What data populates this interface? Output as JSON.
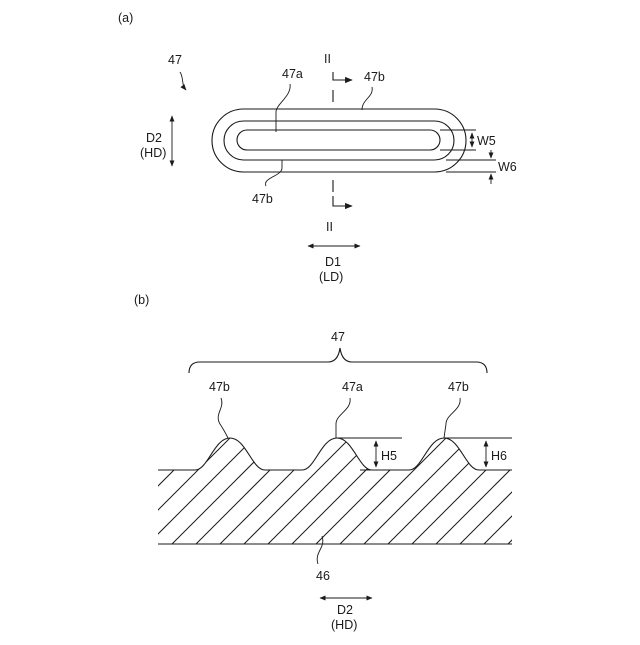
{
  "panel_a": {
    "label": "(a)",
    "ref_47": "47",
    "ref_47a": "47a",
    "ref_47b_top": "47b",
    "ref_47b_bottom": "47b",
    "section_top": "II",
    "section_bottom": "II",
    "dim_w5": "W5",
    "dim_w6": "W6",
    "d2": "D2",
    "hd": "(HD)",
    "d1": "D1",
    "ld": "(LD)"
  },
  "panel_b": {
    "label": "(b)",
    "ref_47": "47",
    "ref_47b_left": "47b",
    "ref_47a": "47a",
    "ref_47b_right": "47b",
    "dim_h5": "H5",
    "dim_h6": "H6",
    "ref_46": "46",
    "d2": "D2",
    "hd": "(HD)"
  }
}
